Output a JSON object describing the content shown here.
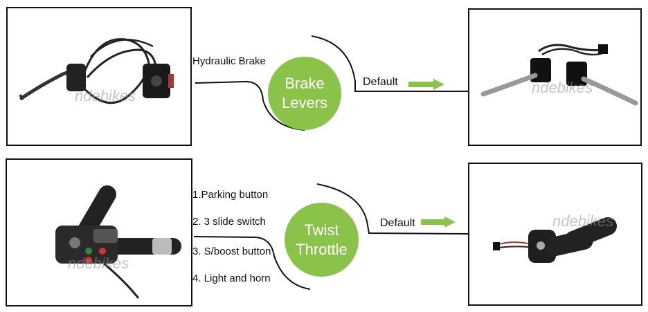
{
  "top": {
    "left_label": "Hydraulic Brake",
    "circle": {
      "line1": "Brake",
      "line2": "Levers"
    },
    "right_label": "Default",
    "watermark_left": "ndebikes",
    "watermark_right": "ndebikes"
  },
  "bottom": {
    "features": [
      "1.Parking button",
      "2. 3 slide switch",
      "3. S/boost button",
      "4. Light and horn"
    ],
    "circle": {
      "line1": "Twist",
      "line2": "Throttle"
    },
    "right_label": "Default",
    "watermark_left": "ndebikes",
    "watermark_right": "ndebikes"
  },
  "colors": {
    "accent_green": "#8bc34a",
    "frame_border": "#111111"
  }
}
